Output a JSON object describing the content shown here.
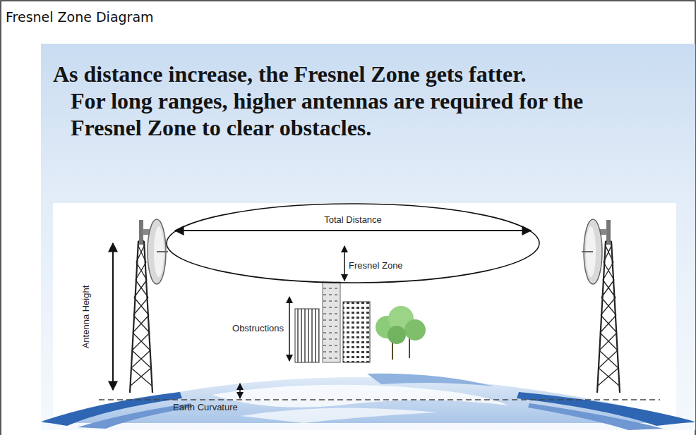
{
  "diagram": {
    "title": "Fresnel Zone Diagram",
    "labels": [
      "As distance increase, the Fresnel Zone gets fatter.",
      "For long ranges, higher antennas are required for the Fresnel Zone to clear obstacles.",
      "Total Distance",
      "Fresnel Zone",
      "Antenna Height",
      "Obstructions",
      "Earth Curvature"
    ]
  }
}
